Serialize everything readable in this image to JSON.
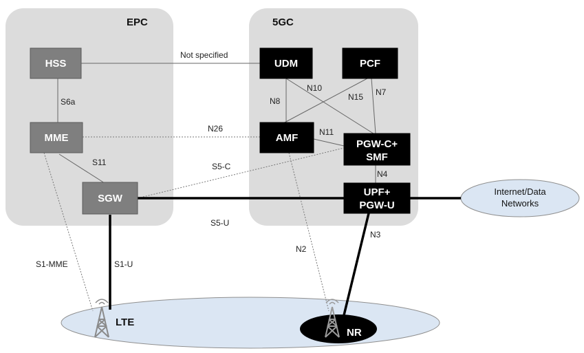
{
  "regions": {
    "epc": "EPC",
    "fivegc": "5GC"
  },
  "nodes": {
    "hss": "HSS",
    "mme": "MME",
    "sgw": "SGW",
    "udm": "UDM",
    "pcf": "PCF",
    "amf": "AMF",
    "pgwc_smf_line1": "PGW-C+",
    "pgwc_smf_line2": "SMF",
    "upf_line1": "UPF+",
    "upf_line2": "PGW-U"
  },
  "interfaces": {
    "not_specified": "Not specified",
    "s6a": "S6a",
    "n26": "N26",
    "s11": "S11",
    "s5c": "S5-C",
    "s5u": "S5-U",
    "n8": "N8",
    "n10": "N10",
    "n15": "N15",
    "n7": "N7",
    "n11": "N11",
    "n4": "N4",
    "n2": "N2",
    "n3": "N3",
    "s1mme": "S1-MME",
    "s1u": "S1-U"
  },
  "external": {
    "internet_line1": "Internet/Data",
    "internet_line2": "Networks"
  },
  "ran": {
    "lte": "LTE",
    "nr": "NR"
  },
  "icons": {
    "lte_tower": "antenna-tower-icon",
    "nr_tower": "antenna-tower-icon"
  },
  "colors": {
    "core_region": "#dcdcdc",
    "epc_node": "#7f7f7f",
    "fivegc_node": "#000000",
    "ran_ellipse": "#dbe6f3"
  }
}
